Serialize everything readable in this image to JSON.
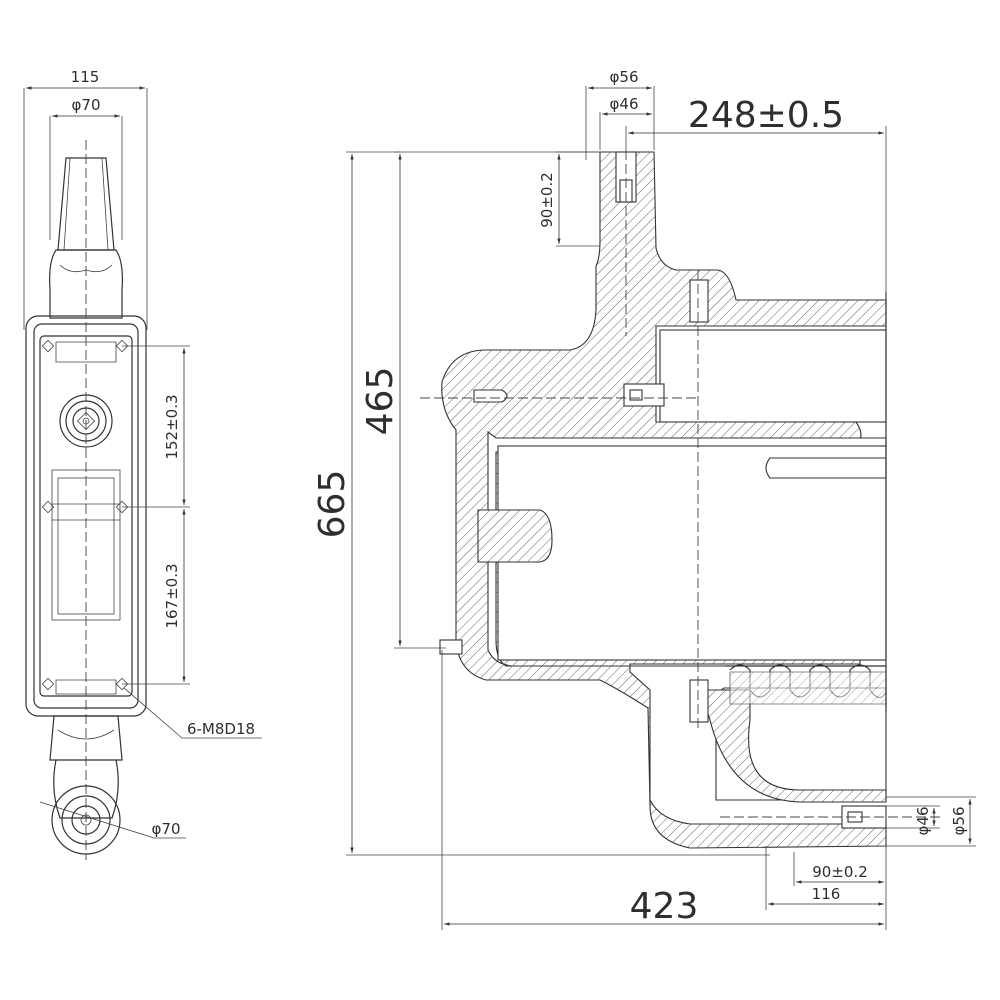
{
  "drawing": {
    "front_view": {
      "width_label": "115",
      "top_diameter_label": "φ70",
      "upper_pitch_label": "152±0.3",
      "lower_pitch_label": "167±0.3",
      "bolt_label": "6-M8D18",
      "bottom_diameter_label": "φ70"
    },
    "section_view": {
      "top_outer_diameter_label": "φ56",
      "top_inner_diameter_label": "φ46",
      "offset_label": "248±0.5",
      "top_depth_label": "90±0.2",
      "height_465_label": "465",
      "height_665_label": "665",
      "right_inner_diameter_label": "φ46",
      "right_outer_diameter_label": "φ56",
      "bottom_depth_label": "90±0.2",
      "bottom_length_label": "116",
      "total_width_label": "423"
    }
  }
}
